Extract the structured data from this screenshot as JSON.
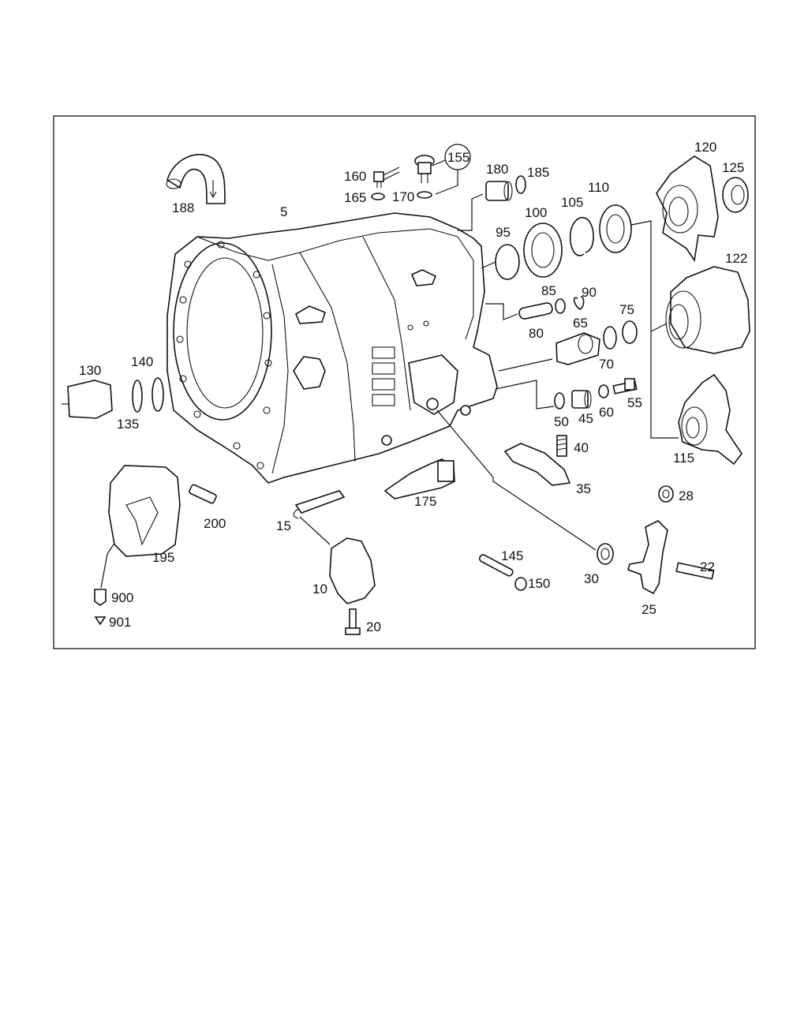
{
  "diagram": {
    "part_numbers": {
      "p5": "5",
      "p10": "10",
      "p15": "15",
      "p20": "20",
      "p22": "22",
      "p25": "25",
      "p28": "28",
      "p30": "30",
      "p35": "35",
      "p40": "40",
      "p45": "45",
      "p50": "50",
      "p55": "55",
      "p60": "60",
      "p65": "65",
      "p70": "70",
      "p75": "75",
      "p80": "80",
      "p85": "85",
      "p90": "90",
      "p95": "95",
      "p100": "100",
      "p105": "105",
      "p110": "110",
      "p115": "115",
      "p120": "120",
      "p122": "122",
      "p125": "125",
      "p130": "130",
      "p135": "135",
      "p140": "140",
      "p145": "145",
      "p150": "150",
      "p155": "155",
      "p160": "160",
      "p165": "165",
      "p170": "170",
      "p175": "175",
      "p180": "180",
      "p185": "185",
      "p188": "188",
      "p195": "195",
      "p200": "200",
      "p900": "900",
      "p901": "901"
    }
  }
}
